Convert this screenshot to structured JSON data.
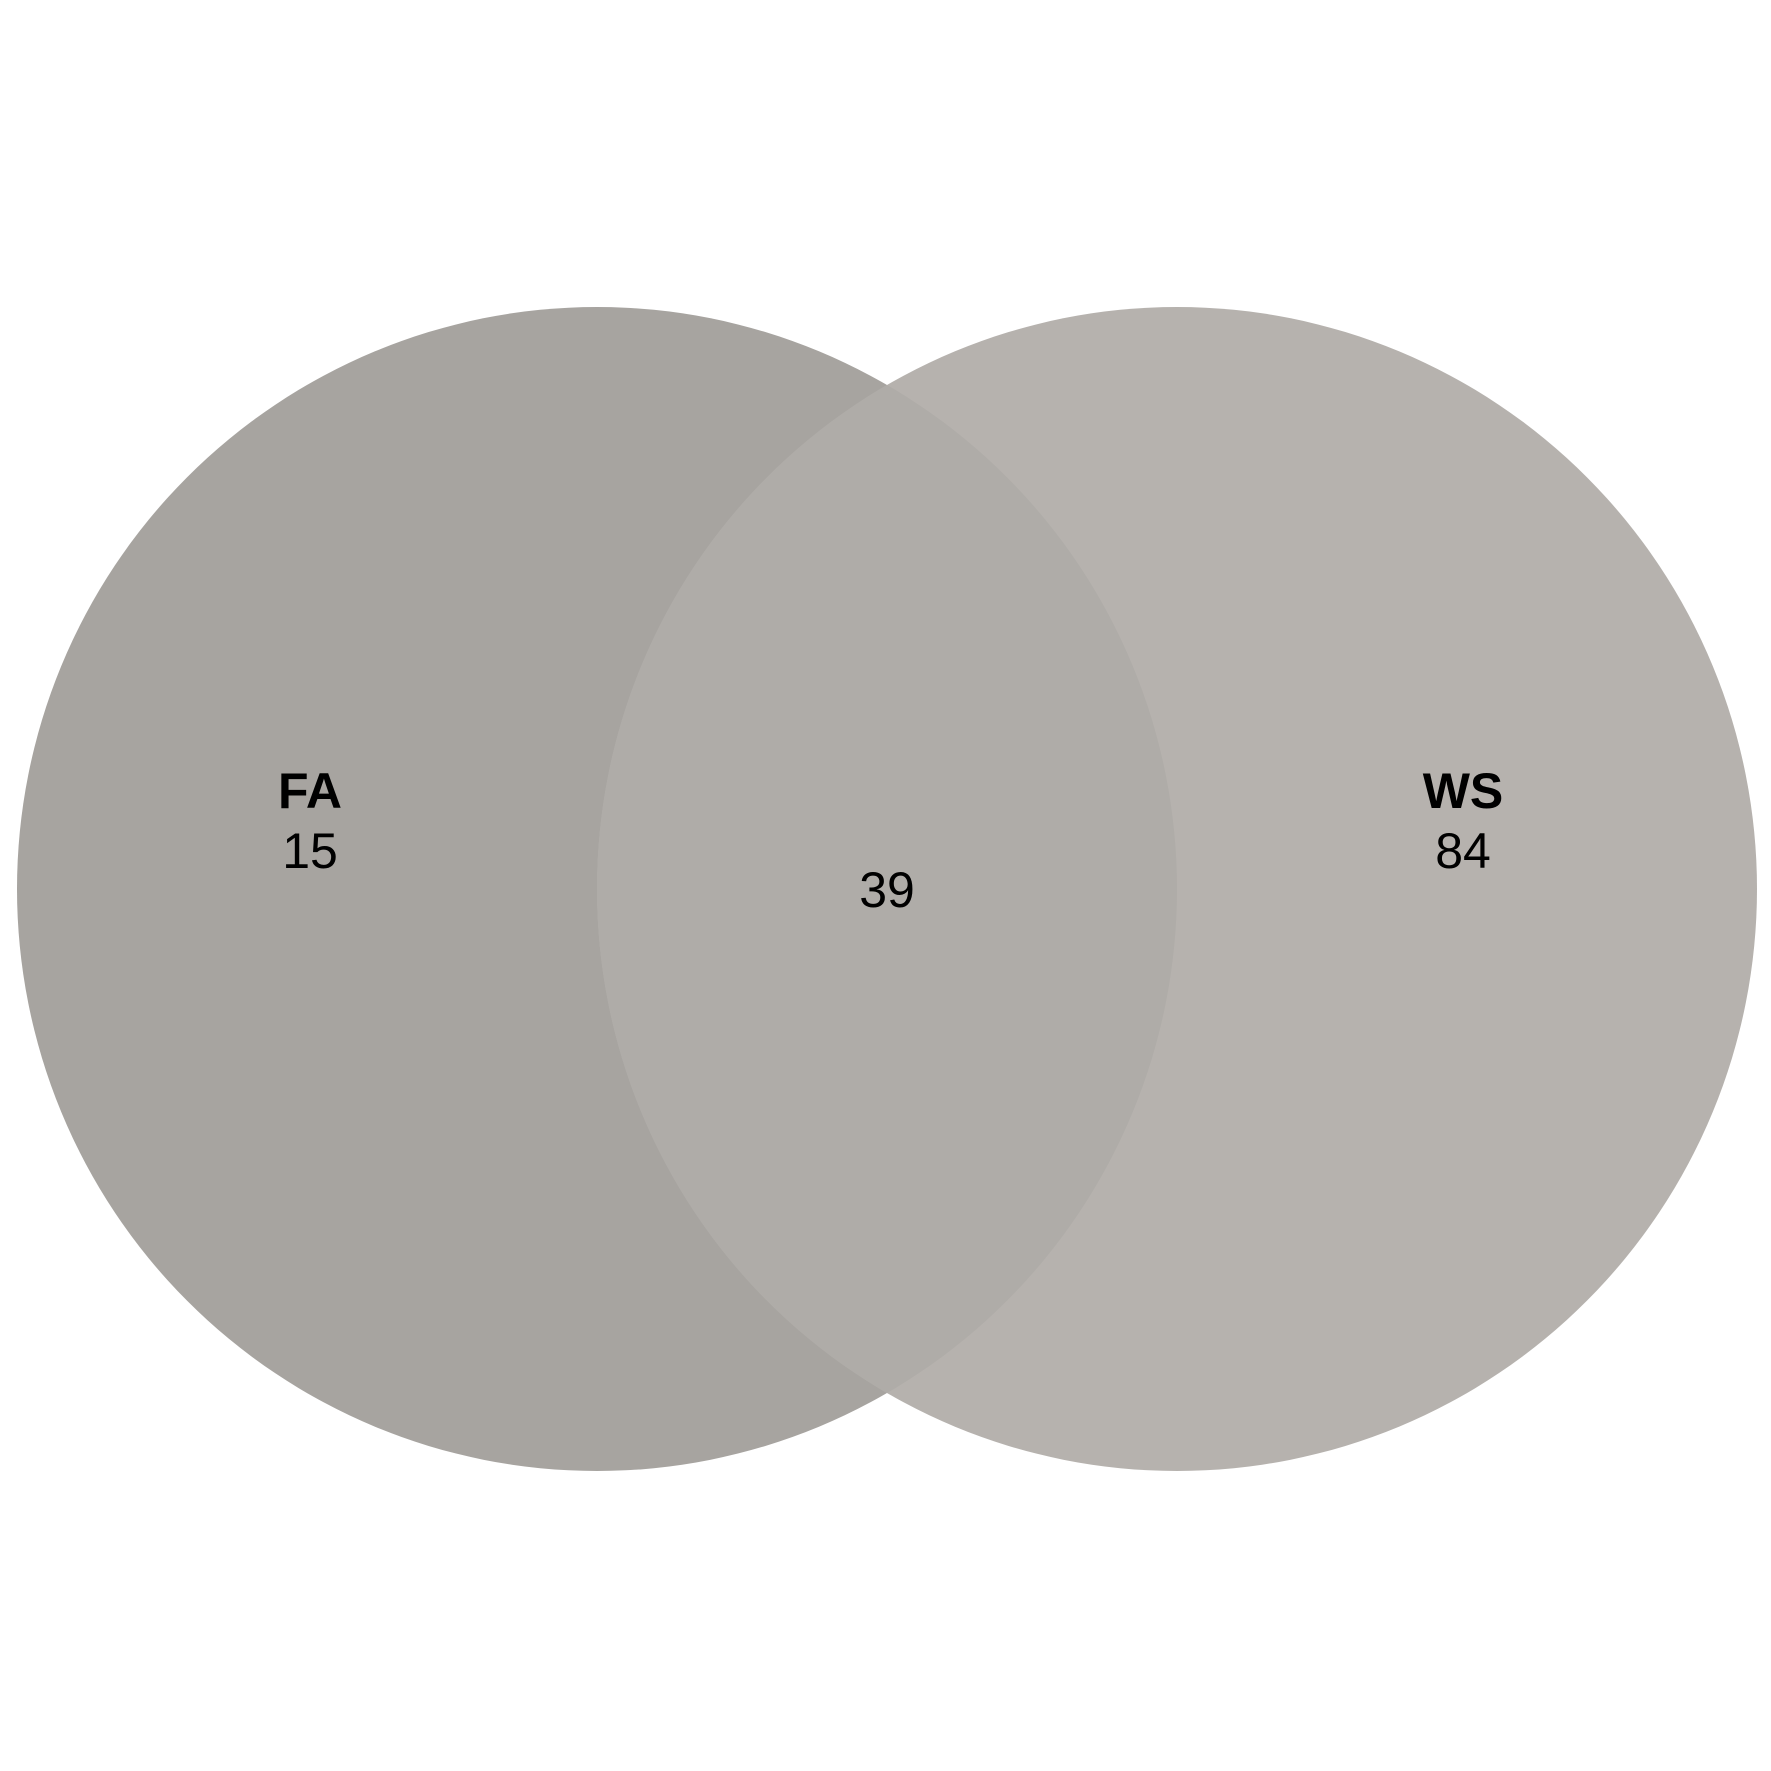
{
  "diagram": {
    "type": "venn",
    "colors": {
      "background": "#ffffff",
      "left_circle": "#a7a4a0",
      "right_circle": "#b6b2ae",
      "overlap": "#afaca8",
      "text": "#000000"
    },
    "sets": [
      {
        "name": "FA",
        "only_count": "15"
      },
      {
        "name": "WS",
        "only_count": "84"
      }
    ],
    "intersection": {
      "count": "39"
    }
  }
}
